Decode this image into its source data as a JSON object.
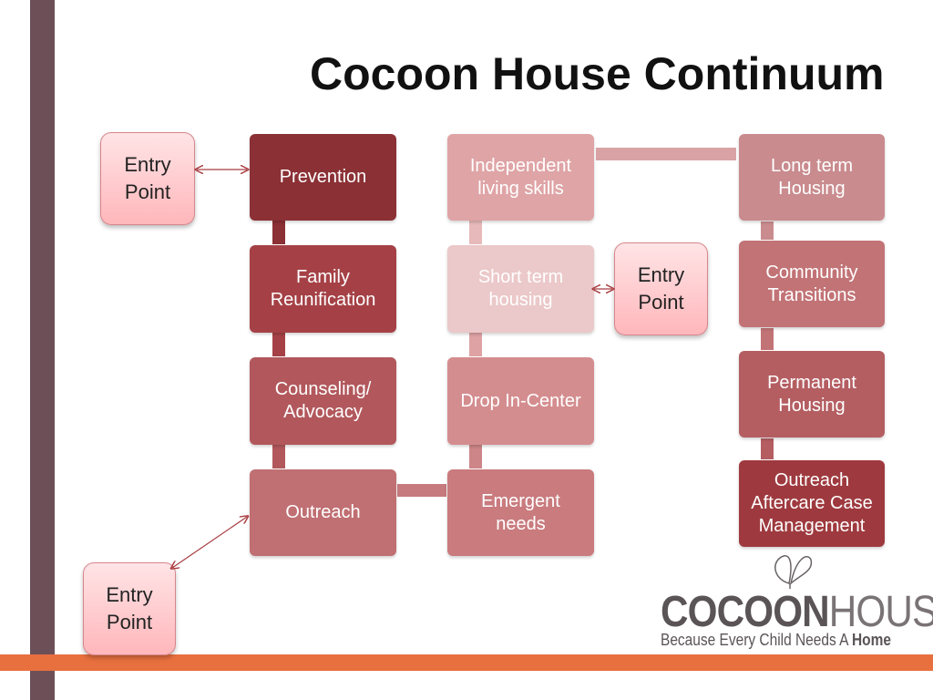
{
  "title": "Cocoon House Continuum",
  "entry_point_label": "Entry\nPoint",
  "boxes": {
    "prevention": "Prevention",
    "family_reunification": "Family Reunification",
    "counseling_advocacy": "Counseling/ Advocacy",
    "outreach": "Outreach",
    "independent_living_skills": "Independent living skills",
    "short_term_housing": "Short term housing",
    "drop_in_center": "Drop In-Center",
    "emergent_needs": "Emergent needs",
    "long_term_housing": "Long term Housing",
    "community_transitions": "Community Transitions",
    "permanent_housing": "Permanent Housing",
    "outreach_aftercare": "Outreach Aftercare Case Management"
  },
  "entry_points": [
    "Entry Point",
    "Entry Point",
    "Entry Point"
  ],
  "logo": {
    "word_bold": "COCOON",
    "word_light": "HOUSE",
    "tagline_start": "Because Every Child Needs A ",
    "tagline_bold": "Home"
  },
  "colors": {
    "sidebar": "#6d4f57",
    "bottom_bar": "#e8703f",
    "prevention": "#8b3035",
    "family_reunification": "#a54146",
    "counseling_advocacy": "#b2585c",
    "outreach": "#c06f72",
    "col2_top": "#dfa4a6",
    "col2_short": "#ebc8c9",
    "col2_drop": "#d48d8f",
    "col2_emergent": "#c97b7e",
    "col3_long": "#c98b8e",
    "col3_community": "#c27376",
    "col3_permanent": "#b45e62",
    "col3_aftercare": "#9e3a3f"
  }
}
